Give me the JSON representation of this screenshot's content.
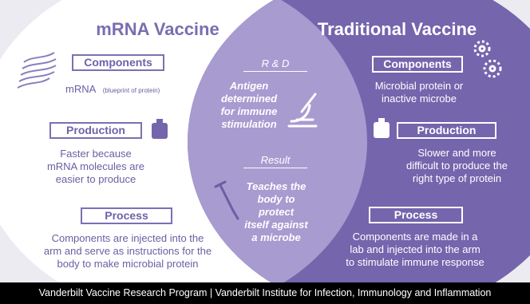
{
  "left": {
    "title": "mRNA Vaccine",
    "components_label": "Components",
    "components_text": "mRNA",
    "components_note": "(blueprint of protein)",
    "production_label": "Production",
    "production_lines": [
      "Faster because",
      "mRNA molecules are",
      "easier to produce"
    ],
    "process_label": "Process",
    "process_lines": [
      "Components are injected into the",
      "arm and serve as instructions for the",
      "body to make microbial protein"
    ]
  },
  "center": {
    "rd_label": "R & D",
    "rd_lines": [
      "Antigen",
      "determined",
      "for immune",
      "stimulation"
    ],
    "result_label": "Result",
    "result_lines": [
      "Teaches the",
      "body to",
      "protect",
      "itself against",
      "a microbe"
    ]
  },
  "right": {
    "title": "Traditional Vaccine",
    "components_label": "Components",
    "components_lines": [
      "Microbial protein or",
      "inactive microbe"
    ],
    "production_label": "Production",
    "production_lines": [
      "Slower and more",
      "difficult to produce the",
      "right type of protein"
    ],
    "process_label": "Process",
    "process_lines": [
      "Components are made in a",
      "lab and injected into the arm",
      "to stimulate immune response"
    ]
  },
  "footer": "Vanderbilt Vaccine Research Program  |  Vanderbilt Institute for Infection, Immunology and Inflammation",
  "colors": {
    "left_circle": "#ffffff",
    "right_circle": "#7465ad",
    "overlap": "#a89bd0",
    "background": "#ecebf1"
  }
}
